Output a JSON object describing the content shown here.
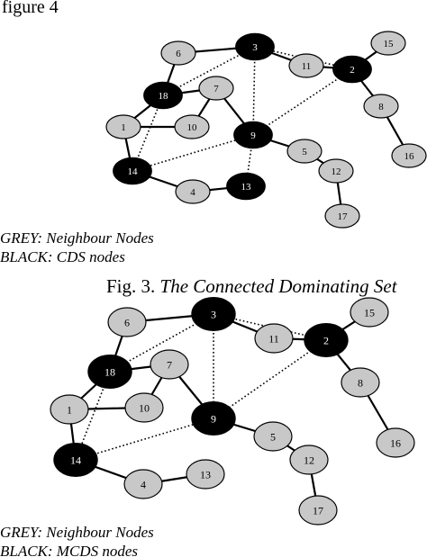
{
  "top_caption": "figure 4",
  "figure_caption": {
    "prefix": "Fig.  3.",
    "title": "The Connected Dominating Set"
  },
  "colors": {
    "grey": "#c8c8c8",
    "black": "#000000",
    "label_on_black": "#ffffff",
    "label_on_grey": "#000000"
  },
  "diagram1": {
    "nodes": [
      {
        "id": "1",
        "fill": "grey"
      },
      {
        "id": "2",
        "fill": "black"
      },
      {
        "id": "3",
        "fill": "black"
      },
      {
        "id": "4",
        "fill": "grey"
      },
      {
        "id": "5",
        "fill": "grey"
      },
      {
        "id": "6",
        "fill": "grey"
      },
      {
        "id": "7",
        "fill": "grey"
      },
      {
        "id": "8",
        "fill": "grey"
      },
      {
        "id": "9",
        "fill": "black"
      },
      {
        "id": "10",
        "fill": "grey"
      },
      {
        "id": "11",
        "fill": "grey"
      },
      {
        "id": "12",
        "fill": "grey"
      },
      {
        "id": "13",
        "fill": "black"
      },
      {
        "id": "14",
        "fill": "black"
      },
      {
        "id": "15",
        "fill": "grey"
      },
      {
        "id": "16",
        "fill": "grey"
      },
      {
        "id": "17",
        "fill": "grey"
      },
      {
        "id": "18",
        "fill": "black"
      }
    ],
    "edges": [
      {
        "from": "6",
        "to": "3",
        "style": "solid"
      },
      {
        "from": "3",
        "to": "11",
        "style": "solid"
      },
      {
        "from": "11",
        "to": "2",
        "style": "solid"
      },
      {
        "from": "2",
        "to": "15",
        "style": "solid"
      },
      {
        "from": "2",
        "to": "8",
        "style": "solid"
      },
      {
        "from": "8",
        "to": "16",
        "style": "solid"
      },
      {
        "from": "6",
        "to": "18",
        "style": "solid"
      },
      {
        "from": "18",
        "to": "7",
        "style": "solid"
      },
      {
        "from": "18",
        "to": "1",
        "style": "solid"
      },
      {
        "from": "1",
        "to": "10",
        "style": "solid"
      },
      {
        "from": "7",
        "to": "10",
        "style": "solid"
      },
      {
        "from": "7",
        "to": "9",
        "style": "solid"
      },
      {
        "from": "1",
        "to": "14",
        "style": "solid"
      },
      {
        "from": "14",
        "to": "4",
        "style": "solid"
      },
      {
        "from": "4",
        "to": "13",
        "style": "solid"
      },
      {
        "from": "9",
        "to": "5",
        "style": "solid"
      },
      {
        "from": "5",
        "to": "12",
        "style": "solid"
      },
      {
        "from": "12",
        "to": "17",
        "style": "solid"
      },
      {
        "from": "3",
        "to": "2",
        "style": "dotted"
      },
      {
        "from": "3",
        "to": "18",
        "style": "dotted"
      },
      {
        "from": "3",
        "to": "9",
        "style": "dotted"
      },
      {
        "from": "18",
        "to": "14",
        "style": "dotted"
      },
      {
        "from": "14",
        "to": "9",
        "style": "dotted"
      },
      {
        "from": "9",
        "to": "2",
        "style": "dotted"
      },
      {
        "from": "9",
        "to": "13",
        "style": "dotted"
      }
    ],
    "legend": {
      "grey": "GREY: Neighbour Nodes",
      "black": "BLACK: CDS nodes"
    }
  },
  "diagram2": {
    "nodes": [
      {
        "id": "1",
        "fill": "grey"
      },
      {
        "id": "2",
        "fill": "black"
      },
      {
        "id": "3",
        "fill": "black"
      },
      {
        "id": "4",
        "fill": "grey"
      },
      {
        "id": "5",
        "fill": "grey"
      },
      {
        "id": "6",
        "fill": "grey"
      },
      {
        "id": "7",
        "fill": "grey"
      },
      {
        "id": "8",
        "fill": "grey"
      },
      {
        "id": "9",
        "fill": "black"
      },
      {
        "id": "10",
        "fill": "grey"
      },
      {
        "id": "11",
        "fill": "grey"
      },
      {
        "id": "12",
        "fill": "grey"
      },
      {
        "id": "13",
        "fill": "grey"
      },
      {
        "id": "14",
        "fill": "black"
      },
      {
        "id": "15",
        "fill": "grey"
      },
      {
        "id": "16",
        "fill": "grey"
      },
      {
        "id": "17",
        "fill": "grey"
      },
      {
        "id": "18",
        "fill": "black"
      }
    ],
    "edges": [
      {
        "from": "6",
        "to": "3",
        "style": "solid"
      },
      {
        "from": "3",
        "to": "11",
        "style": "solid"
      },
      {
        "from": "11",
        "to": "2",
        "style": "solid"
      },
      {
        "from": "2",
        "to": "15",
        "style": "solid"
      },
      {
        "from": "2",
        "to": "8",
        "style": "solid"
      },
      {
        "from": "8",
        "to": "16",
        "style": "solid"
      },
      {
        "from": "6",
        "to": "18",
        "style": "solid"
      },
      {
        "from": "18",
        "to": "7",
        "style": "solid"
      },
      {
        "from": "18",
        "to": "1",
        "style": "solid"
      },
      {
        "from": "1",
        "to": "10",
        "style": "solid"
      },
      {
        "from": "7",
        "to": "10",
        "style": "solid"
      },
      {
        "from": "7",
        "to": "9",
        "style": "solid"
      },
      {
        "from": "1",
        "to": "14",
        "style": "solid"
      },
      {
        "from": "14",
        "to": "4",
        "style": "solid"
      },
      {
        "from": "4",
        "to": "13",
        "style": "solid"
      },
      {
        "from": "9",
        "to": "5",
        "style": "solid"
      },
      {
        "from": "5",
        "to": "12",
        "style": "solid"
      },
      {
        "from": "12",
        "to": "17",
        "style": "solid"
      },
      {
        "from": "3",
        "to": "2",
        "style": "dotted"
      },
      {
        "from": "3",
        "to": "18",
        "style": "dotted"
      },
      {
        "from": "3",
        "to": "9",
        "style": "dotted"
      },
      {
        "from": "18",
        "to": "14",
        "style": "dotted"
      },
      {
        "from": "14",
        "to": "9",
        "style": "dotted"
      },
      {
        "from": "9",
        "to": "2",
        "style": "dotted"
      }
    ],
    "legend": {
      "grey": "GREY: Neighbour Nodes",
      "black": "BLACK: MCDS nodes"
    }
  }
}
